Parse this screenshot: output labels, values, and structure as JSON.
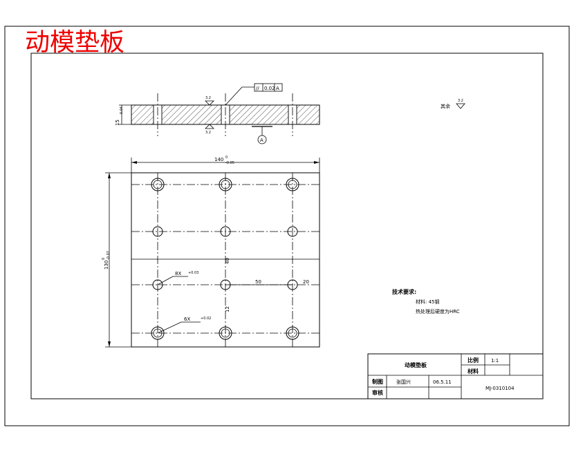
{
  "page_title": "动模垫板",
  "section_view": {
    "flatness_label": "0.02",
    "datum_label": "A",
    "datum_marker": "A",
    "roughness_top": "3.2",
    "roughness_bottom": "3.2",
    "thickness_dim": "15",
    "thickness_tol": "0\n-0.04",
    "thickness_tol_text": "-0.04"
  },
  "roughness_note": {
    "label": "其余",
    "value": "3.2"
  },
  "plan_view": {
    "width_dim": "140",
    "width_tol_upper": "0",
    "width_tol_lower": "-0.05",
    "height_dim": "130",
    "height_tol_upper": "0",
    "height_tol_lower": "-0.07",
    "hole_note_1": "8X",
    "hole_note_1_extra": "+0.03",
    "hole_note_2": "6X",
    "hole_note_2_extra": "+0.02",
    "dim_50": "50",
    "dim_20": "20",
    "dim_40": "40",
    "dim_12": "12"
  },
  "tech_requirements": {
    "heading": "技术要求:",
    "line1": "材料: 45钢",
    "line2": "热处理后硬度为HRC"
  },
  "title_block": {
    "part_name": "动模垫板",
    "scale_label": "比例",
    "scale_value": "1:1",
    "material_label": "材料",
    "drawn_label": "制图",
    "drawn_by": "张国兴",
    "date": "06.5.11",
    "check_label": "审核",
    "drawing_number": "MJ-0310104"
  }
}
